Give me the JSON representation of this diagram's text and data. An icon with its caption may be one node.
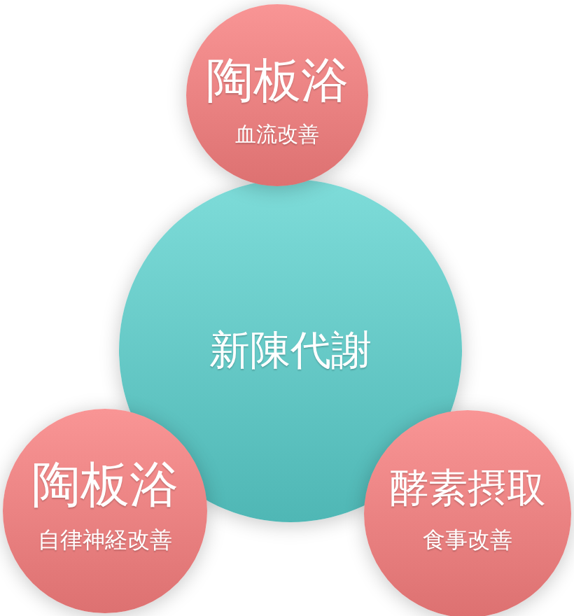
{
  "diagram": {
    "nodes": [
      {
        "text": [
          "陶板浴",
          "血流改善"
        ]
      },
      {
        "text": [
          "新陳代謝"
        ]
      },
      {
        "text": [
          "陶板浴",
          "自律神経改善"
        ]
      },
      {
        "text": [
          "酵素摂取",
          "食事改善"
        ]
      }
    ]
  }
}
